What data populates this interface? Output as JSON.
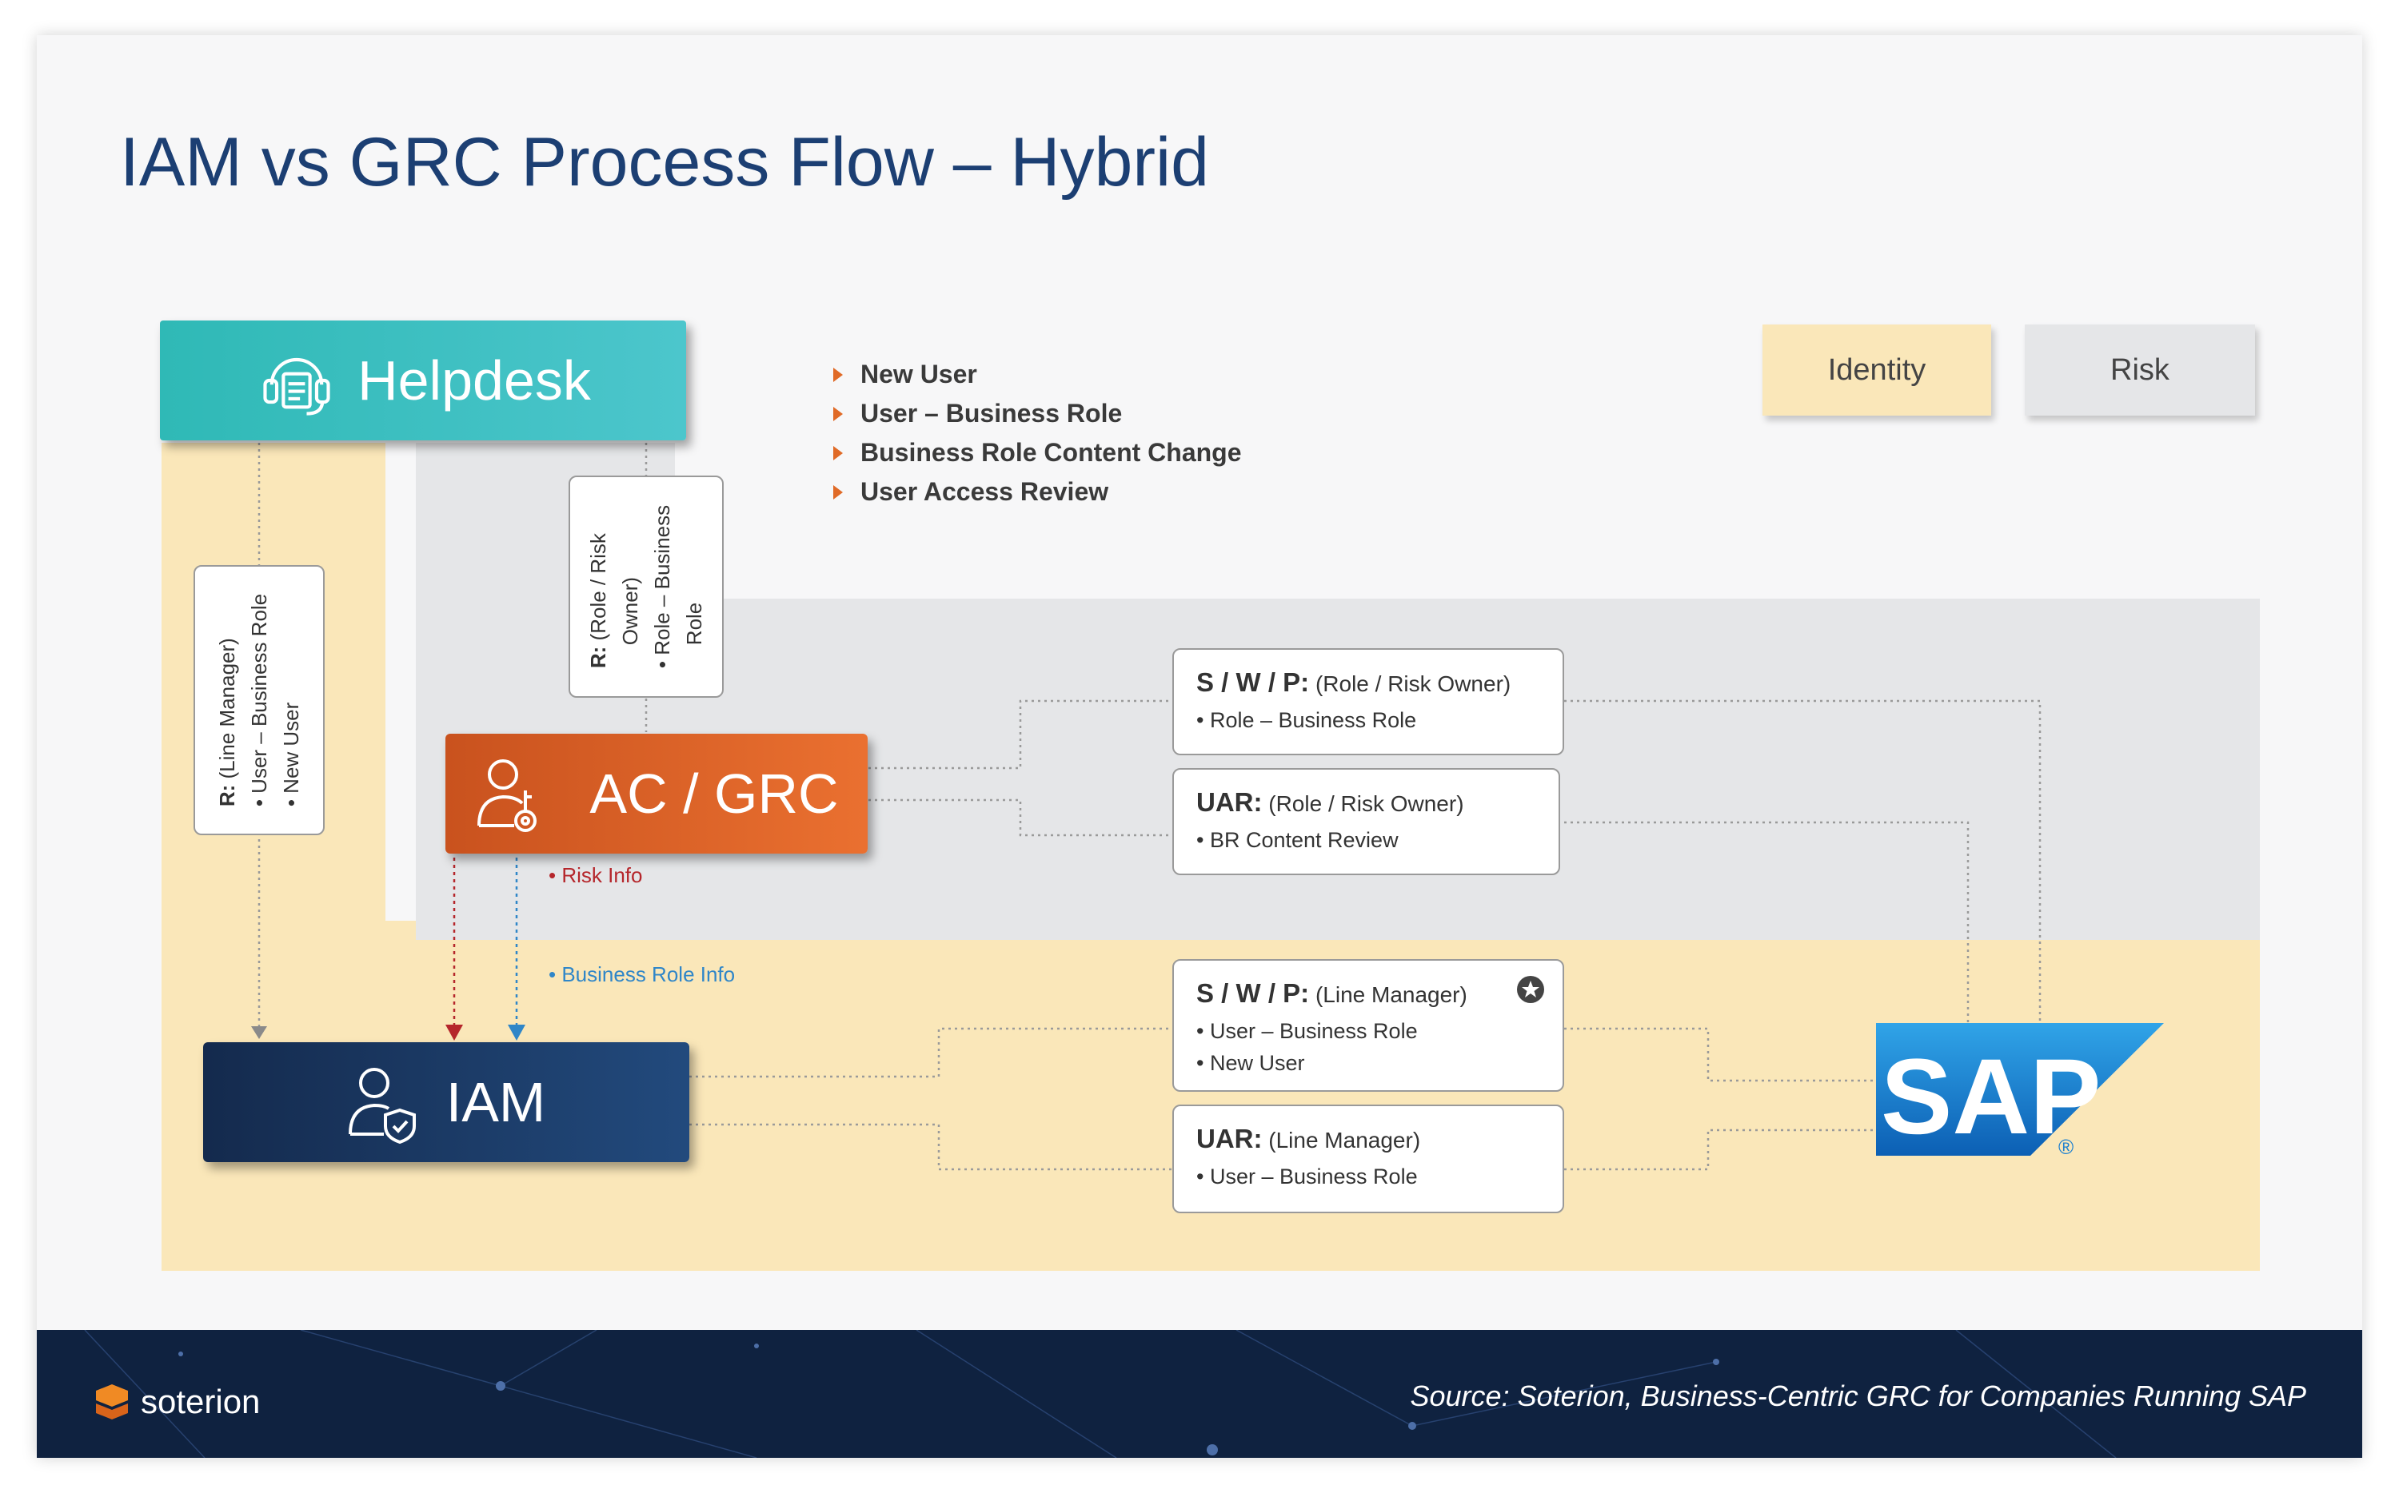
{
  "title": "IAM vs GRC Process Flow – Hybrid",
  "legend": {
    "identity": "Identity",
    "risk": "Risk",
    "identity_color": "#fae7b9",
    "risk_color": "#e5e6e8"
  },
  "flow_types": [
    "New User",
    "User – Business Role",
    "Business Role Content Change",
    "User Access Review"
  ],
  "nodes": {
    "helpdesk": "Helpdesk",
    "acgrc": "AC / GRC",
    "iam": "IAM",
    "sap": "SAP"
  },
  "vertical_cards": {
    "line_manager": {
      "prefix": "R:",
      "role": "(Line Manager)",
      "items": [
        "User – Business Role",
        "New User"
      ]
    },
    "role_owner": {
      "prefix": "R:",
      "role": "(Role / Risk",
      "role2": "Owner)",
      "items": [
        "Role – Business",
        "Role"
      ]
    }
  },
  "grc_cards": [
    {
      "prefix": "S / W / P:",
      "role": "(Role / Risk Owner)",
      "items": [
        "Role – Business Role"
      ]
    },
    {
      "prefix": "UAR:",
      "role": "(Role / Risk Owner)",
      "items": [
        "BR Content Review"
      ]
    }
  ],
  "iam_cards": [
    {
      "prefix": "S / W / P:",
      "role": "(Line Manager)",
      "items": [
        "User – Business Role",
        "New User"
      ]
    },
    {
      "prefix": "UAR:",
      "role": "(Line Manager)",
      "items": [
        "User – Business Role"
      ]
    }
  ],
  "flow_labels": {
    "risk_info": "Risk Info",
    "business_role_info": "Business Role Info"
  },
  "footer": {
    "brand": "soterion",
    "source": "Source: Soterion, Business-Centric GRC for Companies Running SAP"
  },
  "colors": {
    "helpdesk": "#3cbfbf",
    "acgrc": "#e2652b",
    "iam": "#1c3d6a",
    "sap_blue": "#1b7fd0",
    "title": "#1c3f73"
  }
}
